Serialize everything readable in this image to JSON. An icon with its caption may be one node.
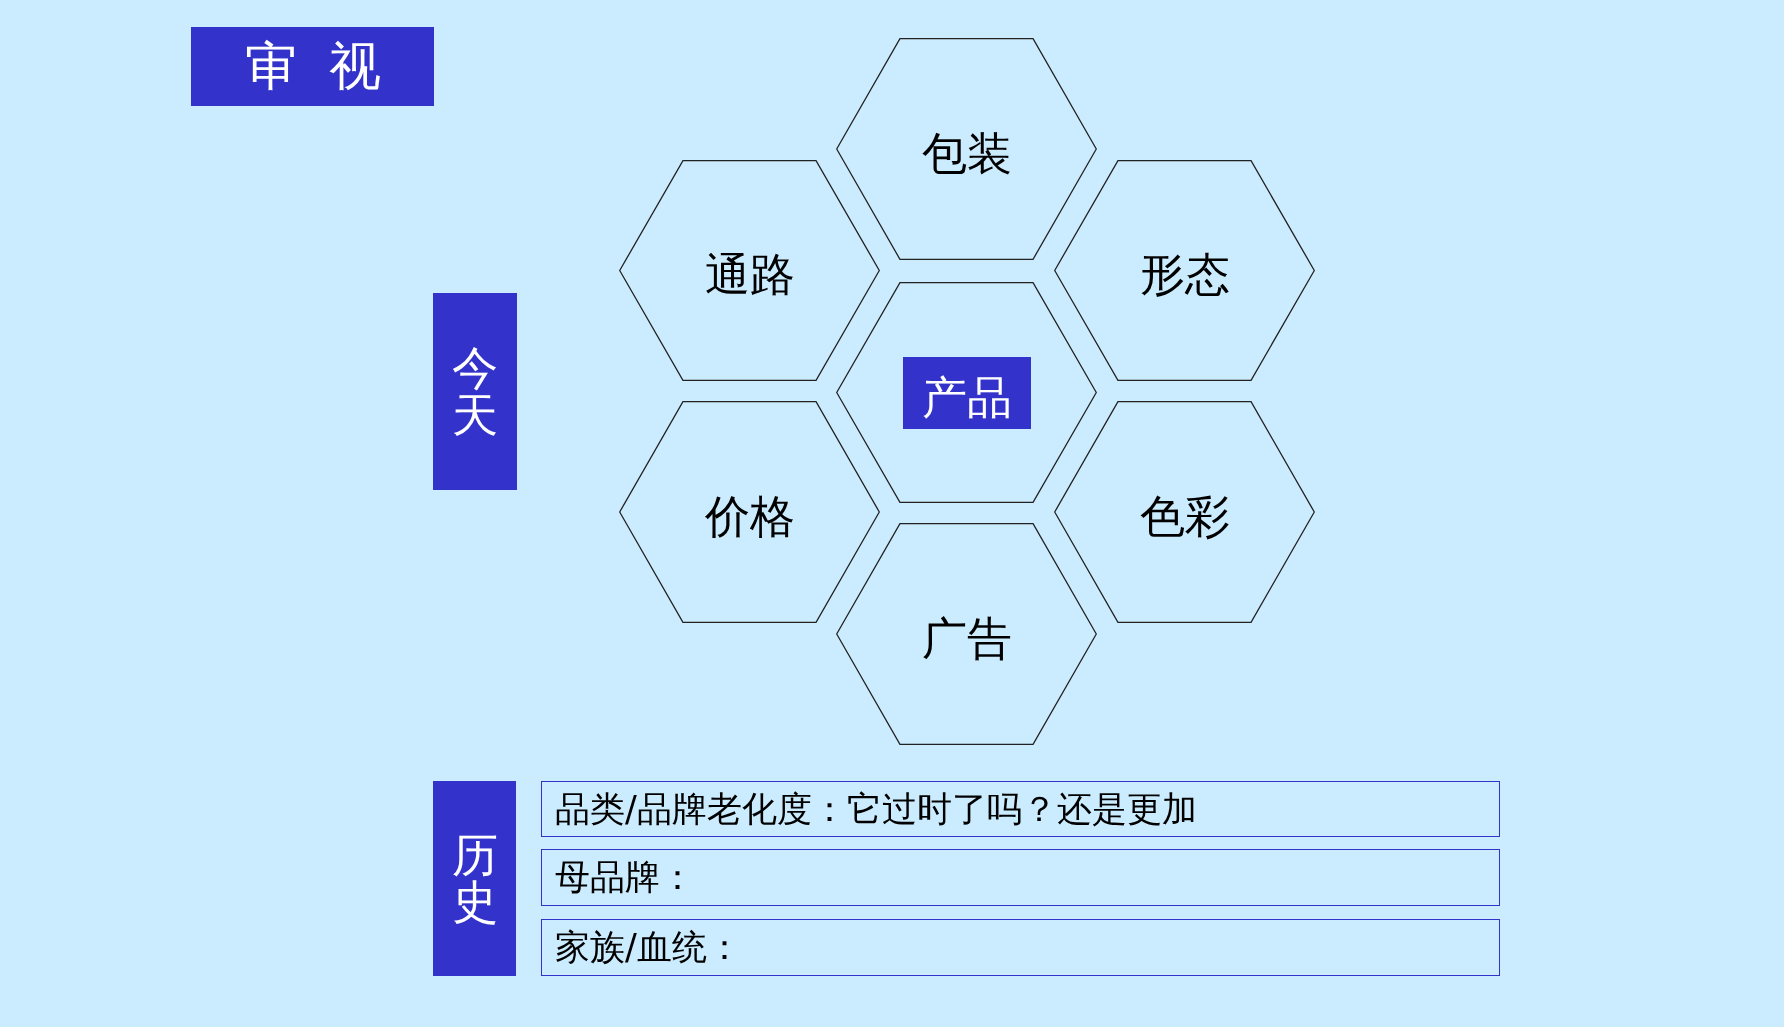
{
  "diagram": {
    "title": "审视",
    "nodes": [
      {
        "text": [
          "今天"
        ]
      },
      {
        "text": [
          "包装"
        ]
      },
      {
        "text": [
          "通路"
        ]
      },
      {
        "text": [
          "形态"
        ]
      },
      {
        "text": [],
        "shape": "hexagon"
      },
      {
        "text": [
          "产品"
        ],
        "in": 4
      },
      {
        "text": [
          "价格"
        ]
      },
      {
        "text": [
          "色彩"
        ]
      },
      {
        "text": [
          "广告"
        ]
      },
      {
        "text": [
          "历史"
        ]
      },
      {
        "text": [
          "品类/品牌老化度：它过时了吗？还是更加"
        ]
      },
      {
        "text": [
          "母品牌："
        ]
      },
      {
        "text": [
          "家族/血统："
        ]
      }
    ]
  }
}
